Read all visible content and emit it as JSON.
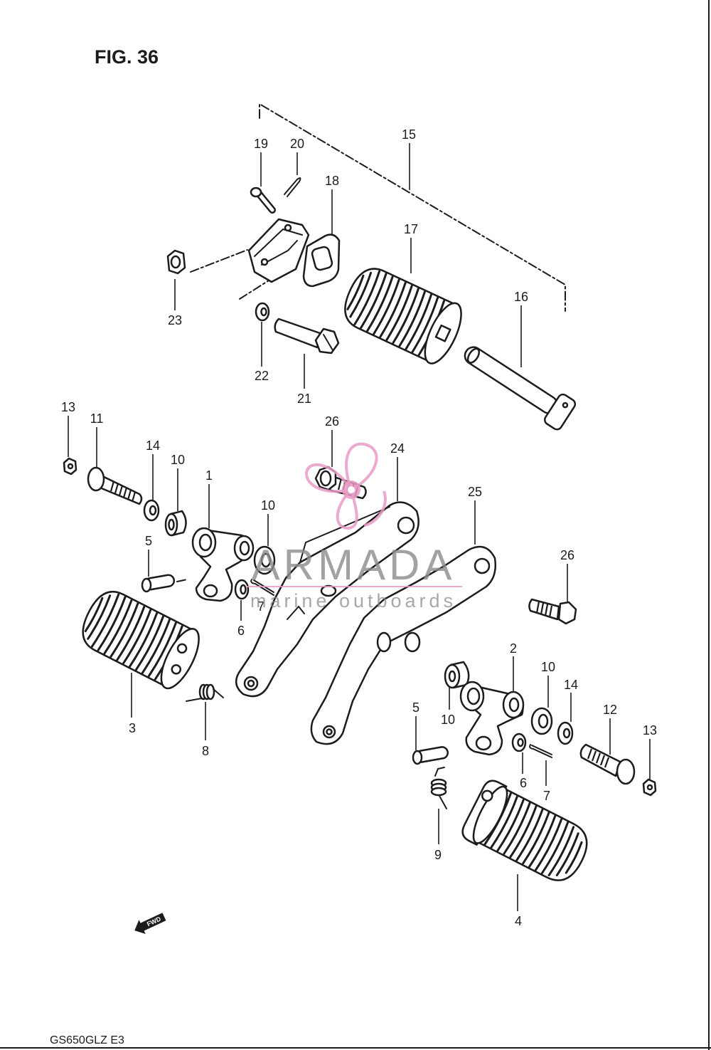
{
  "figure_title": "FIG. 36",
  "model_code": "GS650GLZ E3",
  "fwd_label": "FWD",
  "callouts": [
    "15",
    "19",
    "20",
    "18",
    "17",
    "16",
    "23",
    "22",
    "21",
    "13",
    "11",
    "14",
    "10",
    "1",
    "26",
    "24",
    "25",
    "10",
    "5",
    "26",
    "6",
    "7",
    "3",
    "8",
    "2",
    "10",
    "14",
    "10",
    "5",
    "12",
    "13",
    "6",
    "7",
    "9",
    "4"
  ],
  "watermark": {
    "brand": "ARMADA",
    "tagline": "marine outboards"
  },
  "colors": {
    "ink": "#1c1c1c",
    "paper": "#ffffff",
    "watermark_pink": "#e79bc6",
    "watermark_gray": "#8c8c8c"
  }
}
